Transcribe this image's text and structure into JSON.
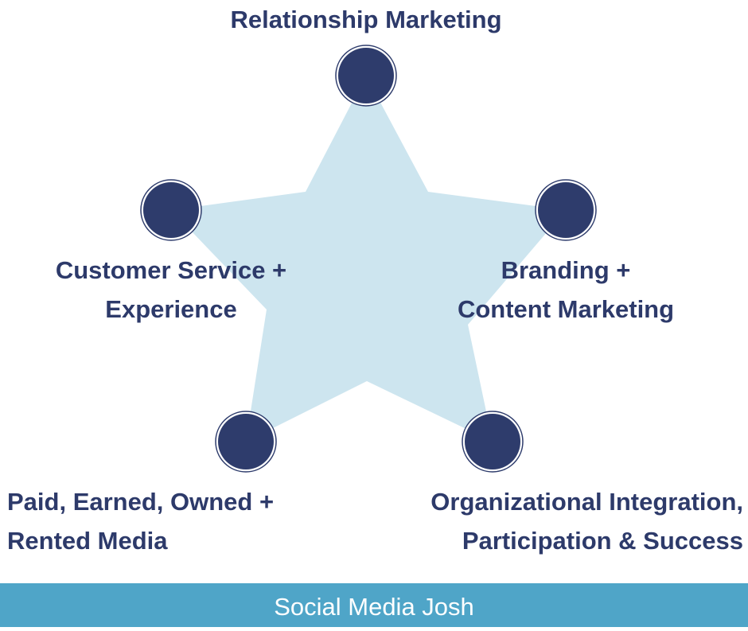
{
  "title": "Relationship Marketing",
  "nodes": [
    {
      "line1": "Customer Service +",
      "line2": "Experience"
    },
    {
      "line1": "Branding +",
      "line2": "Content Marketing"
    },
    {
      "line1": "Paid, Earned, Owned +",
      "line2": "Rented Media"
    },
    {
      "line1": "Organizational Integration,",
      "line2": "Participation & Success"
    }
  ],
  "footer": "Social Media Josh",
  "colors": {
    "star": "#cde5ef",
    "node": "#2e3c6c",
    "text": "#2d3a6a",
    "footer": "#4fa5c8"
  }
}
